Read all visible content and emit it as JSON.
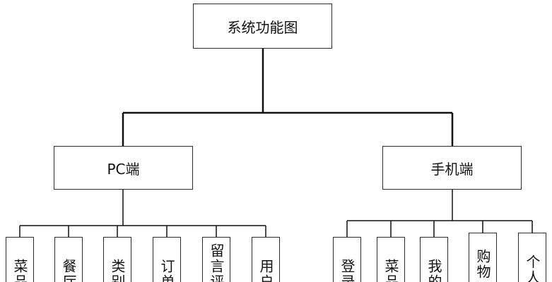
{
  "diagram": {
    "root": "系统功能图",
    "pc": {
      "label": "PC端",
      "children": [
        "菜品",
        "餐厅",
        "类别",
        "订单",
        "留言评",
        "用户"
      ]
    },
    "mobile": {
      "label": "手机端",
      "children": [
        "登录",
        "菜品",
        "我的",
        "购物",
        "个人"
      ]
    }
  }
}
